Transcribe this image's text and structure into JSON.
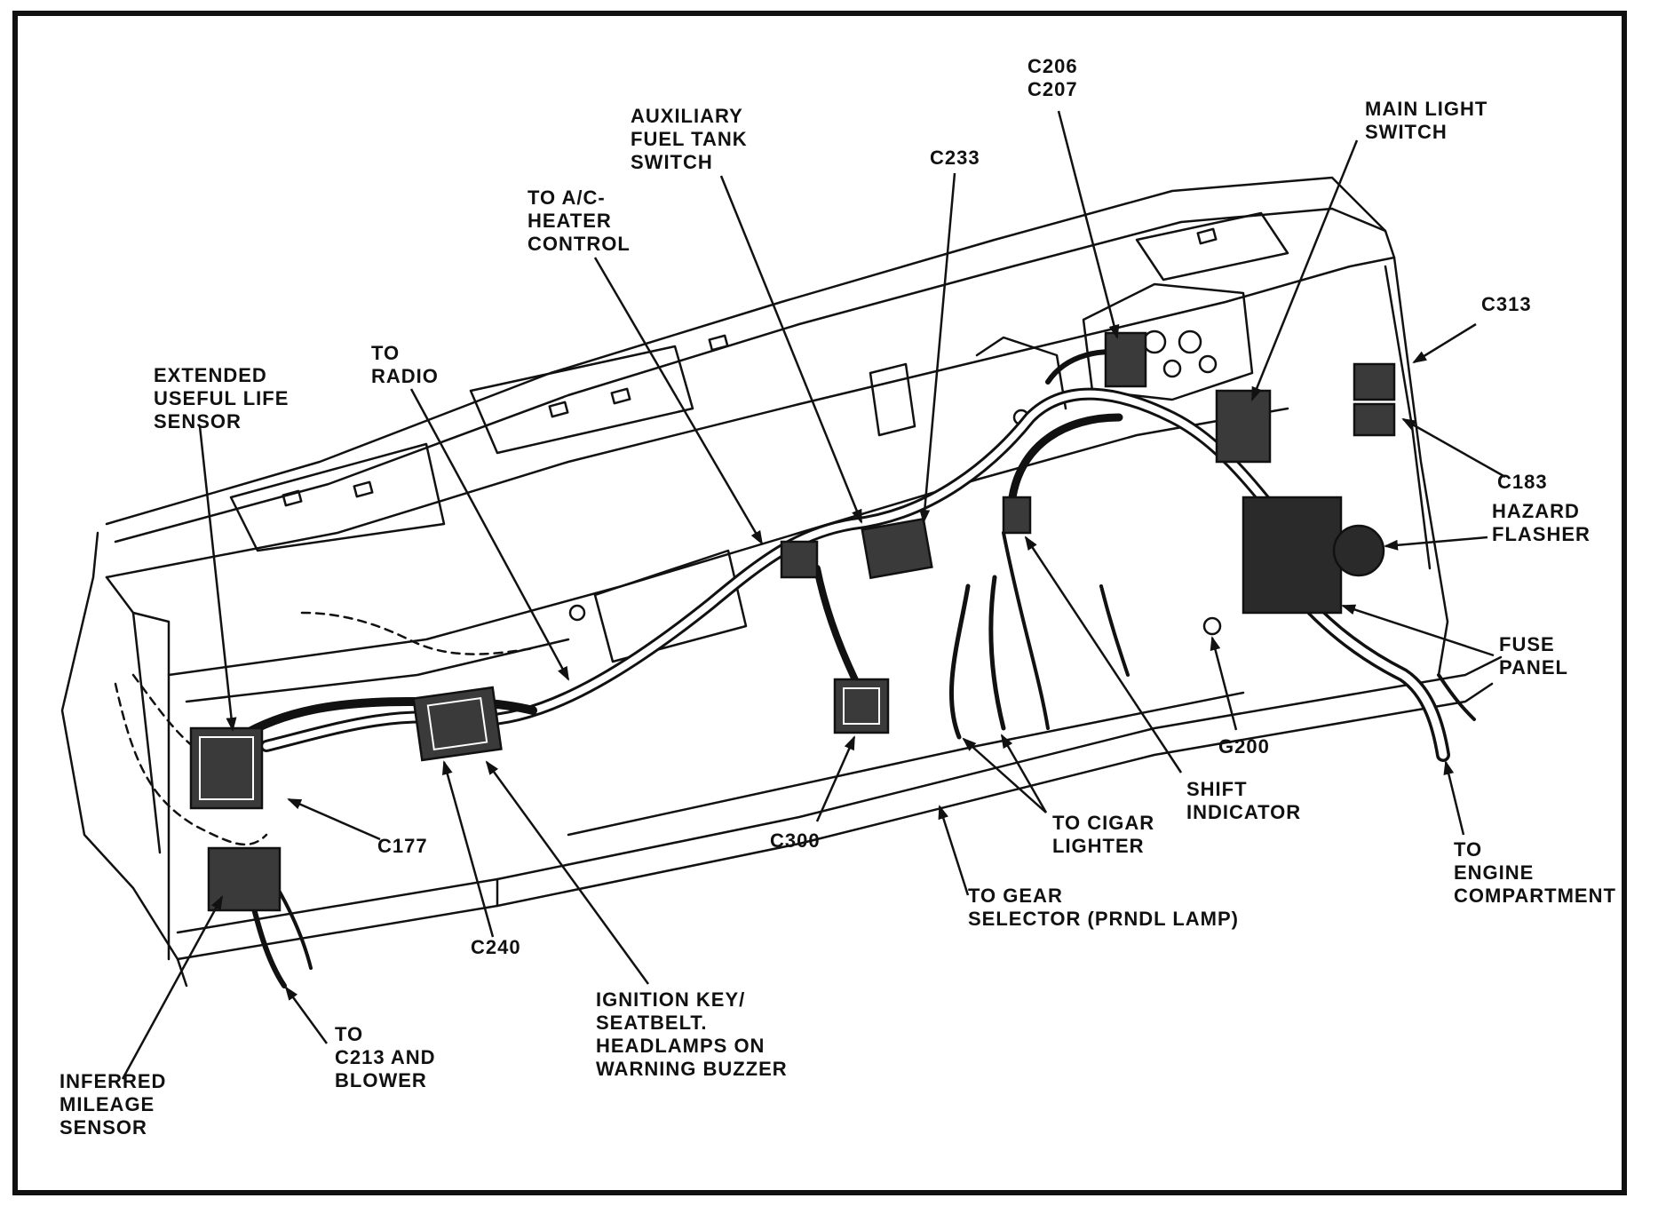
{
  "colors": {
    "ink": "#111111",
    "paper": "#ffffff",
    "fill_light": "#f4f4f4",
    "fill_dark": "#2a2a2a"
  },
  "callouts": {
    "c206_c207": [
      "C206",
      "C207"
    ],
    "main_light_switch": [
      "MAIN LIGHT",
      "SWITCH"
    ],
    "auxiliary_fuel_tank_switch": [
      "AUXILIARY",
      "FUEL TANK",
      "SWITCH"
    ],
    "c233": [
      "C233"
    ],
    "to_ac_heater_control": [
      "TO A/C-",
      "HEATER",
      "CONTROL"
    ],
    "c313": [
      "C313"
    ],
    "to_radio": [
      "TO",
      "RADIO"
    ],
    "extended_useful_life_sensor": [
      "EXTENDED",
      "USEFUL LIFE",
      "SENSOR"
    ],
    "c183": [
      "C183"
    ],
    "hazard_flasher": [
      "HAZARD",
      "FLASHER"
    ],
    "fuse_panel": [
      "FUSE",
      "PANEL"
    ],
    "g200": [
      "G200"
    ],
    "shift_indicator": [
      "SHIFT",
      "INDICATOR"
    ],
    "c177": [
      "C177"
    ],
    "c300": [
      "C300"
    ],
    "to_cigar_lighter": [
      "TO CIGAR",
      "LIGHTER"
    ],
    "to_engine_compartment": [
      "TO",
      "ENGINE",
      "COMPARTMENT"
    ],
    "to_gear_selector": [
      "TO GEAR",
      "SELECTOR (PRNDL LAMP)"
    ],
    "c240": [
      "C240"
    ],
    "ignition_key_buzzer": [
      "IGNITION KEY/",
      "SEATBELT.",
      "HEADLAMPS ON",
      "WARNING BUZZER"
    ],
    "to_c213_and_blower": [
      "TO",
      "C213 AND",
      "BLOWER"
    ],
    "inferred_mileage_sensor": [
      "INFERRED",
      "MILEAGE",
      "SENSOR"
    ]
  }
}
